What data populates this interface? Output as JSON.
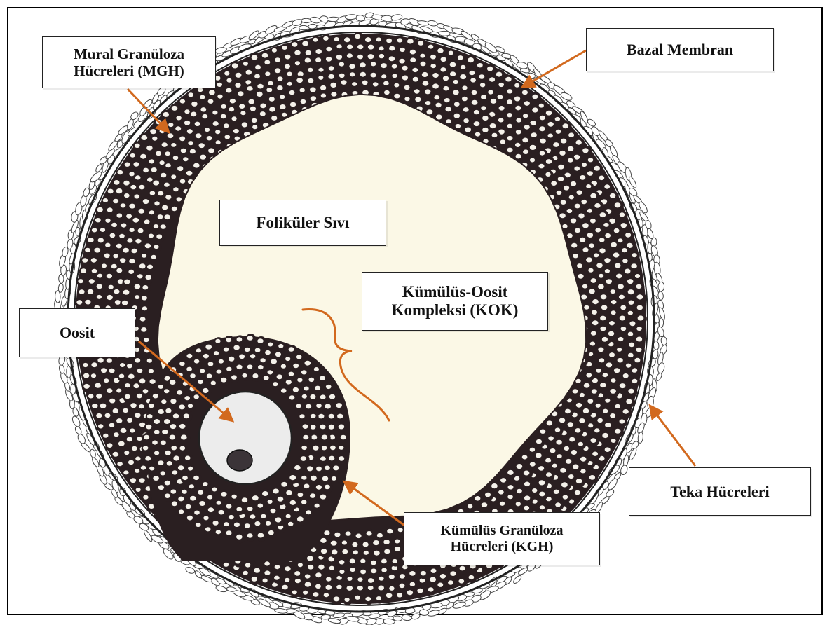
{
  "colors": {
    "arrow": "#d2691e",
    "cell_fill": "#2a1f21",
    "cell_nucleus": "#f4f1ea",
    "fluid": "#fbf8e6",
    "oocyte": "#ececec",
    "oocyte_nucleus": "#3b3438",
    "theca_outline": "#444444"
  },
  "labels": {
    "mgh": {
      "line1": "Mural Granüloza",
      "line2": "Hücreleri (MGH)"
    },
    "bazal_membran": "Bazal Membran",
    "folikuler_sivi": "Foliküler Sıvı",
    "kok": {
      "line1": "Kümülüs-Oosit",
      "line2": "Kompleksi (KOK)"
    },
    "oosit": "Oosit",
    "teka": "Teka Hücreleri",
    "kgh": {
      "line1": "Kümülüs Granüloza",
      "line2": "Hücreleri (KGH)"
    }
  }
}
